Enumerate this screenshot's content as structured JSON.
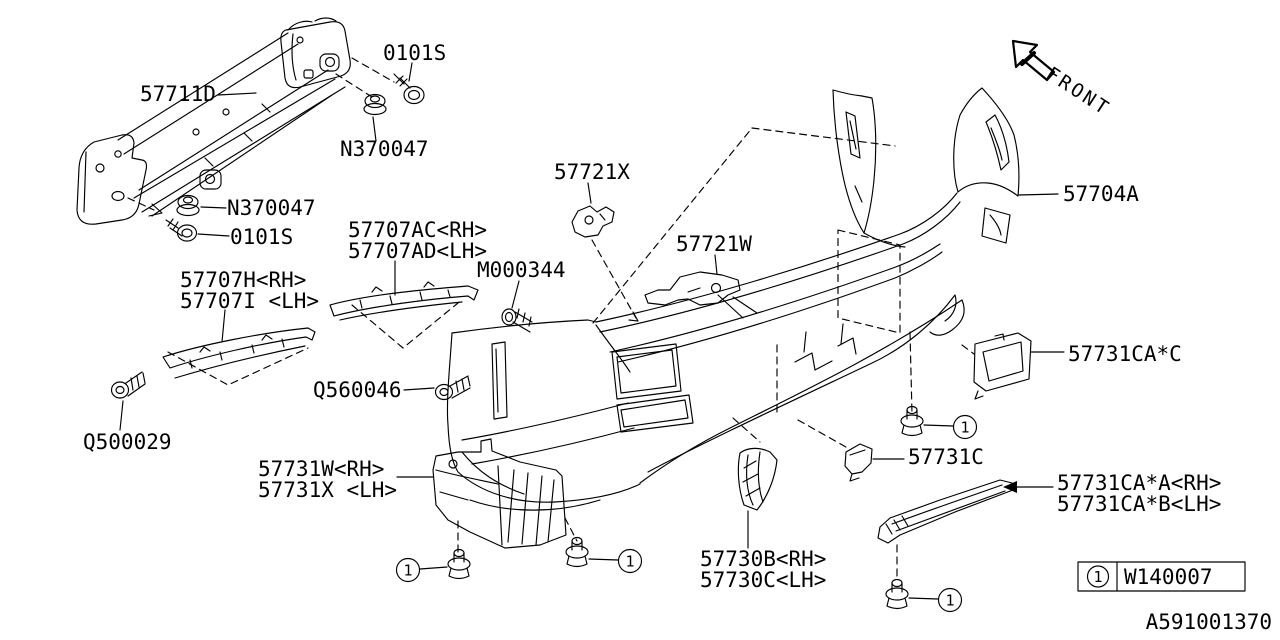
{
  "diagram": {
    "kind": "exploded-parts-diagram",
    "subject": "rear bumper",
    "ink_color": "#000000",
    "background_color": "#ffffff"
  },
  "parts": {
    "p57711D": "57711D",
    "p0101S": "0101S",
    "pN370047": "N370047",
    "p57707AC": "57707AC<RH>",
    "p57707AD": "57707AD<LH>",
    "pM000344": "M000344",
    "p57721X": "57721X",
    "p57721W": "57721W",
    "p57704A": "57704A",
    "p57707H": "57707H<RH>",
    "p57707I": "57707I <LH>",
    "pQ560046": "Q560046",
    "pQ500029": "Q500029",
    "p57731W": "57731W<RH>",
    "p57731X": "57731X <LH>",
    "p57731CAC": "57731CA*C",
    "p57731C": "57731C",
    "p57731CAA": "57731CA*A<RH>",
    "p57731CAB": "57731CA*B<LH>",
    "p57730B": "57730B<RH>",
    "p57730C": "57730C<LH>"
  },
  "annotations": {
    "front_label": "FRONT",
    "callout_number": "1",
    "legend_code": "W140007",
    "drawing_number": "A591001370"
  }
}
